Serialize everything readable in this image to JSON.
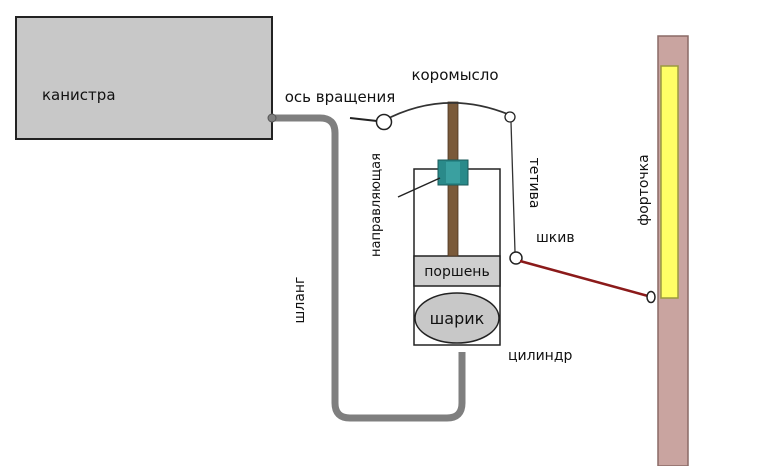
{
  "labels": {
    "canister": "канистра",
    "pivot": "ось вращения",
    "rocker": "коромысло",
    "guide": "направляющая",
    "string": "тетива",
    "pulley": "шкив",
    "window": "форточка",
    "hose": "шланг",
    "piston": "поршень",
    "ball": "шарик",
    "cylinder": "цилиндр"
  },
  "colors": {
    "canister_fill": "#c8c8c8",
    "outline": "#222222",
    "hose": "#7f7f7f",
    "rod": "#7a5a3a",
    "guide_fill": "#2a8a8a",
    "cord": "#8b1a1a",
    "frame": "#c9a4a0",
    "window": "#ffff66",
    "cylinder_fill": "#ffffff",
    "piston_fill": "#cfcfcf",
    "ball_fill": "#c8c8c8",
    "rocker": "#333333"
  }
}
